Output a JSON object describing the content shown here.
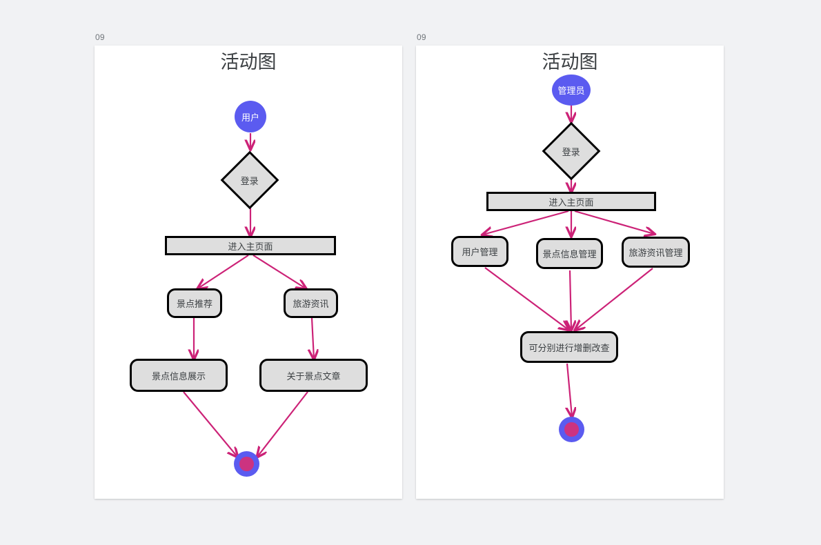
{
  "page": {
    "background_color": "#f1f2f4",
    "canvas_color": "#ffffff"
  },
  "colors": {
    "start_node_fill": "#5b5bf0",
    "start_node_text": "#ffffff",
    "end_node_outer": "#5b5bf0",
    "end_node_inner": "#cc3380",
    "shape_fill": "#dedede",
    "shape_stroke": "#000000",
    "edge_stroke": "#cc2277",
    "title_text": "#3c4043",
    "slide_number_text": "#70757a"
  },
  "slides": [
    {
      "number": "09",
      "title": "活动图",
      "actor": "用户",
      "nodes": {
        "start": "用户",
        "decision": "登录",
        "bar": "进入主页面",
        "branch_left": "景点推荐",
        "branch_right": "旅游资讯",
        "leaf_left": "景点信息展示",
        "leaf_right": "关于景点文章",
        "end": ""
      }
    },
    {
      "number": "09",
      "title": "活动图",
      "actor": "管理员",
      "nodes": {
        "start": "管理员",
        "decision": "登录",
        "bar": "进入主页面",
        "branch_left": "用户管理",
        "branch_mid": "景点信息管理",
        "branch_right": "旅游资讯管理",
        "merge": "可分别进行增删改查",
        "end": ""
      }
    }
  ]
}
